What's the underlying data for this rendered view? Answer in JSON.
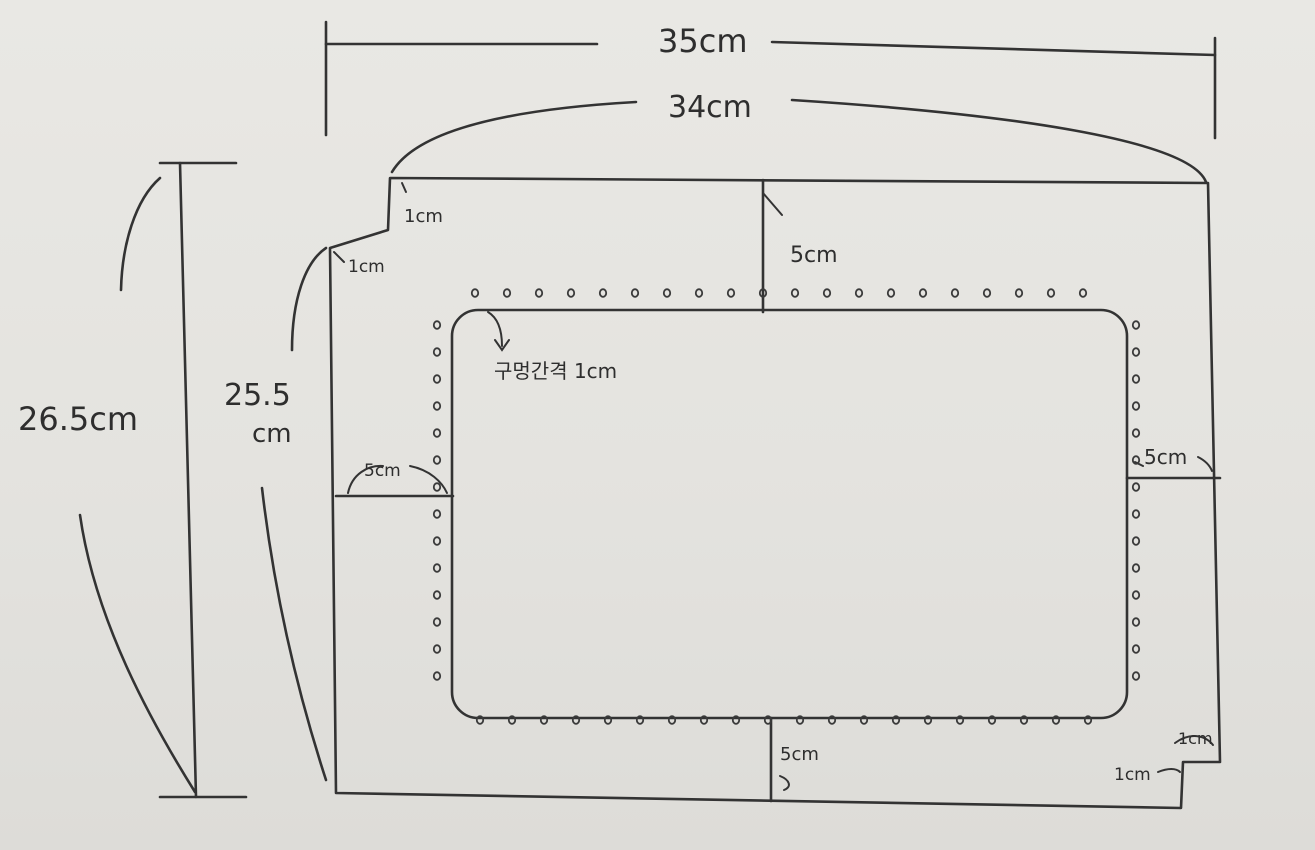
{
  "labels": {
    "outer_width": "35cm",
    "inner_width": "34cm",
    "outer_height": "26.5cm",
    "inner_height_top": "25.5",
    "inner_height_unit": "cm",
    "notch_top_vertical": "1cm",
    "notch_top_horizontal": "1cm",
    "notch_bottom_vertical": "1cm",
    "notch_bottom_horizontal": "1cm",
    "margin_top": "5cm",
    "margin_left": "5cm",
    "margin_right": "5cm",
    "margin_bottom": "5cm",
    "hole_spacing": "구멍간격 1cm"
  },
  "colors": {
    "paper": "#e6e5e1",
    "ink": "#333333"
  }
}
